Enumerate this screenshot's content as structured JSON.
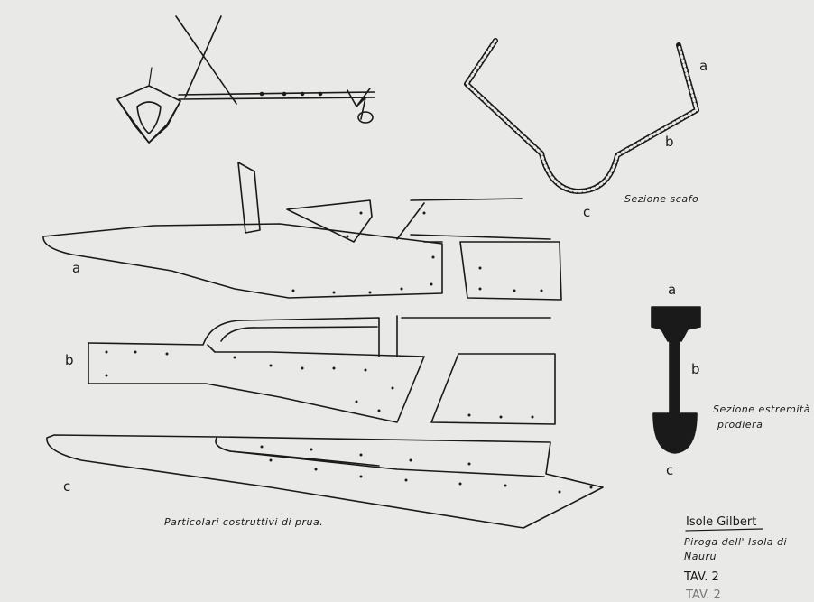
{
  "labels": {
    "hull_section": {
      "a": "a",
      "b": "b",
      "c": "c",
      "caption": "Sezione scafo"
    },
    "bow_parts": {
      "a": "a",
      "b": "b",
      "c": "c"
    },
    "bow_end_section": {
      "a": "a",
      "b": "b",
      "c": "c",
      "caption_line1": "Sezione estremità",
      "caption_line2": "prodiera"
    },
    "main_caption": "Particolari costruttivi di prua.",
    "title_block": {
      "title": "Isole Gilbert",
      "line1": "Piroga dell' Isola di",
      "line2": "Nauru",
      "plate": "TAV. 2",
      "plate_ghost": "TAV. 2"
    }
  },
  "colors": {
    "paper": "#e9e9e7",
    "ink": "#1a1a1a"
  }
}
